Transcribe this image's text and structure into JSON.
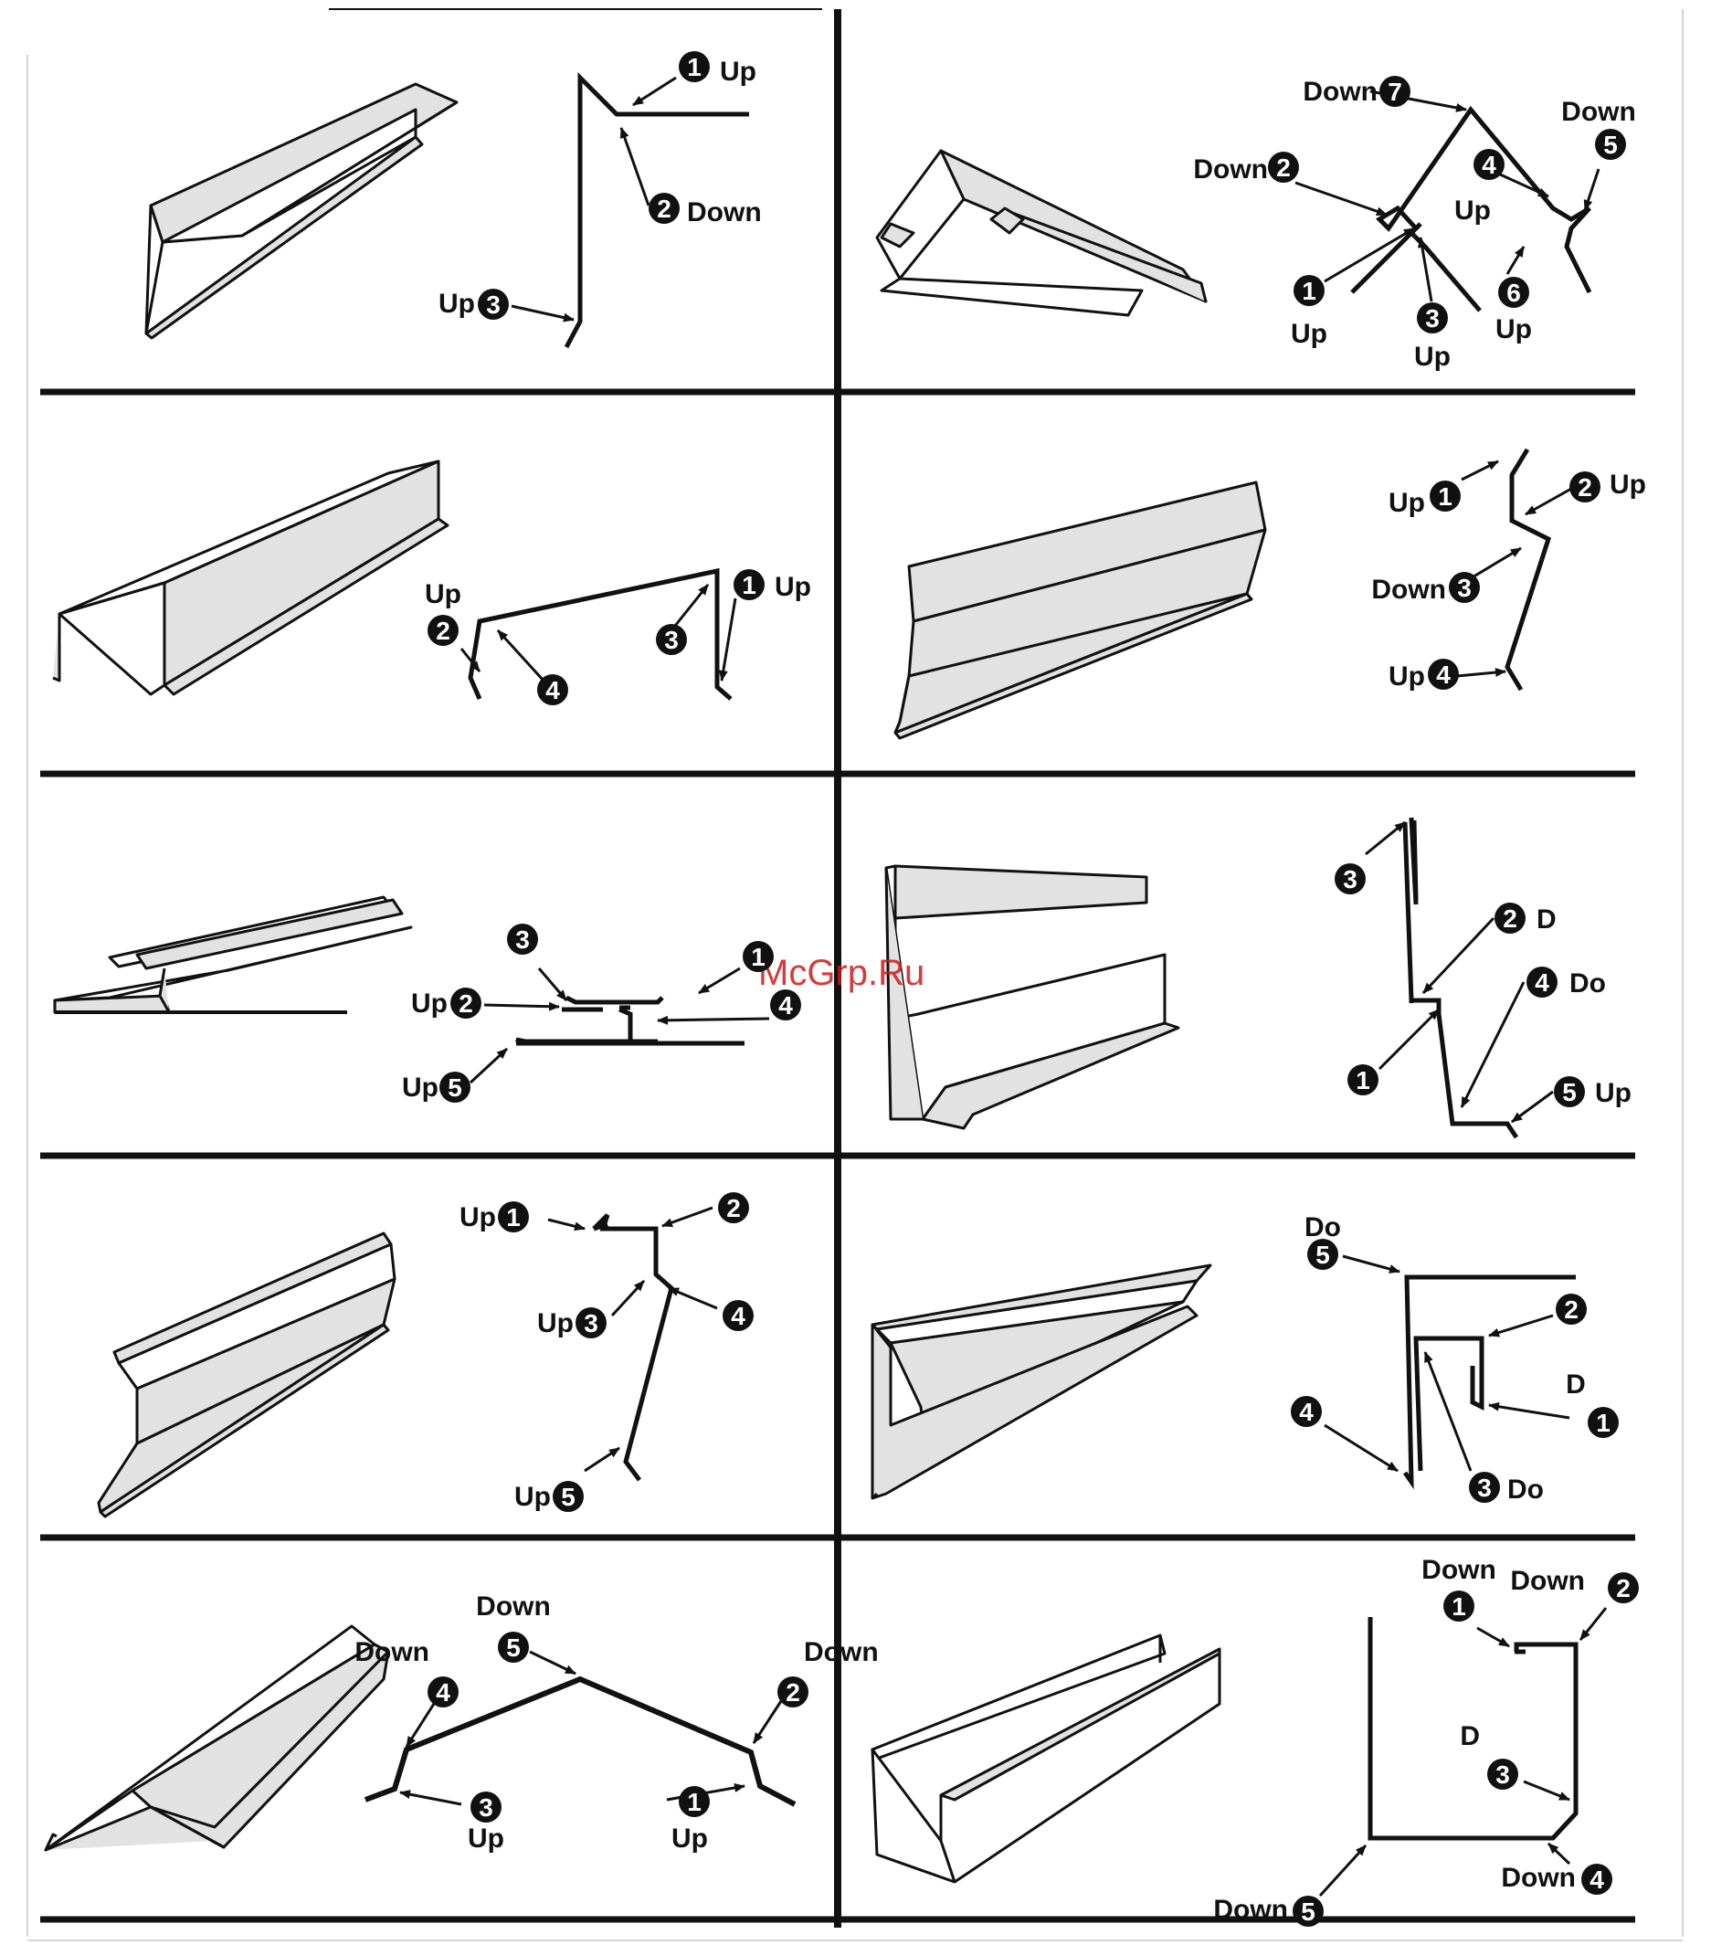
{
  "watermark": "McGrp.Ru",
  "colors": {
    "ink": "#111111",
    "panel_fill": "#e2e2e2",
    "watermark": "#d01818",
    "frame": "#111111"
  },
  "arrow_icon": "arrow-icon",
  "profiles": [
    {
      "id": "p1",
      "callouts": [
        {
          "num": "1",
          "label": "Up"
        },
        {
          "num": "2",
          "label": "Down"
        },
        {
          "num": "3",
          "label": "Up"
        }
      ]
    },
    {
      "id": "p2",
      "callouts": [
        {
          "num": "7",
          "label": "Down"
        },
        {
          "num": "2",
          "label": "Down"
        },
        {
          "num": "4",
          "label": "Up"
        },
        {
          "num": "5",
          "label": "Down"
        },
        {
          "num": "1",
          "label": "Up"
        },
        {
          "num": "3",
          "label": "Up"
        },
        {
          "num": "6",
          "label": "Up"
        }
      ]
    },
    {
      "id": "p3",
      "callouts": [
        {
          "num": "1",
          "label": "Up"
        },
        {
          "num": "2",
          "label": "Up"
        },
        {
          "num": "3",
          "label": ""
        },
        {
          "num": "4",
          "label": ""
        }
      ]
    },
    {
      "id": "p4",
      "callouts": [
        {
          "num": "1",
          "label": "Up"
        },
        {
          "num": "2",
          "label": "Up"
        },
        {
          "num": "3",
          "label": "Down"
        },
        {
          "num": "4",
          "label": "Up"
        }
      ]
    },
    {
      "id": "p5",
      "callouts": [
        {
          "num": "1",
          "label": ""
        },
        {
          "num": "2",
          "label": "Up"
        },
        {
          "num": "3",
          "label": ""
        },
        {
          "num": "4",
          "label": ""
        },
        {
          "num": "5",
          "label": "Up"
        }
      ]
    },
    {
      "id": "p6",
      "callouts": [
        {
          "num": "3",
          "label": ""
        },
        {
          "num": "2",
          "label": "D"
        },
        {
          "num": "4",
          "label": "Do"
        },
        {
          "num": "1",
          "label": ""
        },
        {
          "num": "5",
          "label": "Up"
        }
      ]
    },
    {
      "id": "p7",
      "callouts": [
        {
          "num": "1",
          "label": "Up"
        },
        {
          "num": "2",
          "label": ""
        },
        {
          "num": "3",
          "label": "Up"
        },
        {
          "num": "4",
          "label": ""
        },
        {
          "num": "5",
          "label": "Up"
        }
      ]
    },
    {
      "id": "p8",
      "callouts": [
        {
          "num": "5",
          "label": "Do"
        },
        {
          "num": "2",
          "label": ""
        },
        {
          "num": "1",
          "label": "D"
        },
        {
          "num": "4",
          "label": ""
        },
        {
          "num": "3",
          "label": "Do"
        }
      ]
    },
    {
      "id": "p9",
      "callouts": [
        {
          "num": "5",
          "label": "Down"
        },
        {
          "num": "4",
          "label": "Down"
        },
        {
          "num": "2",
          "label": "Down"
        },
        {
          "num": "3",
          "label": "Up"
        },
        {
          "num": "1",
          "label": "Up"
        }
      ]
    },
    {
      "id": "p10",
      "callouts": [
        {
          "num": "1",
          "label": "Down"
        },
        {
          "num": "2",
          "label": "Down"
        },
        {
          "num": "3",
          "label": "D"
        },
        {
          "num": "5",
          "label": "Down"
        },
        {
          "num": "4",
          "label": "Down"
        }
      ]
    }
  ]
}
